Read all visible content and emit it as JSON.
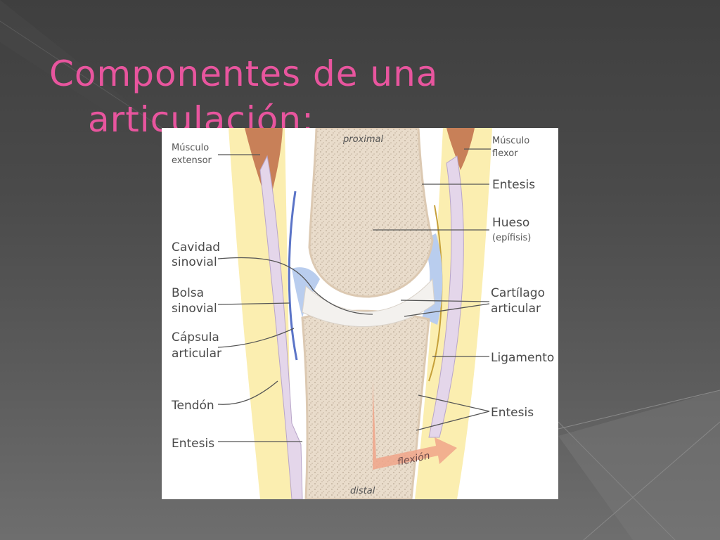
{
  "slide": {
    "title_line1": "Componentes de una",
    "title_line2": "articulación:",
    "title_color": "#e8559e",
    "background_colors": [
      "#3f3f3f",
      "#6e6e6e"
    ]
  },
  "diagram": {
    "labels": {
      "proximal": "proximal",
      "distal": "distal",
      "flexion": "flexión",
      "musculo_extensor_1": "Músculo",
      "musculo_extensor_2": "extensor",
      "musculo_flexor_1": "Músculo",
      "musculo_flexor_2": "flexor",
      "entesis_top": "Entesis",
      "hueso": "Hueso",
      "epifisis": "(epífisis)",
      "cavidad_1": "Cavidad",
      "cavidad_2": "sinovial",
      "bolsa_1": "Bolsa",
      "bolsa_2": "sinovial",
      "capsula_1": "Cápsula",
      "capsula_2": "articular",
      "cartilago_1": "Cartílago",
      "cartilago_2": "articular",
      "ligamento": "Ligamento",
      "tendon": "Tendón",
      "entesis_right": "Entesis",
      "entesis_bottom": "Entesis"
    },
    "colors": {
      "bone": "#e9dccb",
      "cartilage": "#f3f1ee",
      "synovial": "#b9cdee",
      "fat": "#fbeeb0",
      "tendon": "#e4d6ea",
      "muscle": "#c88058",
      "leader": "#555555"
    }
  }
}
